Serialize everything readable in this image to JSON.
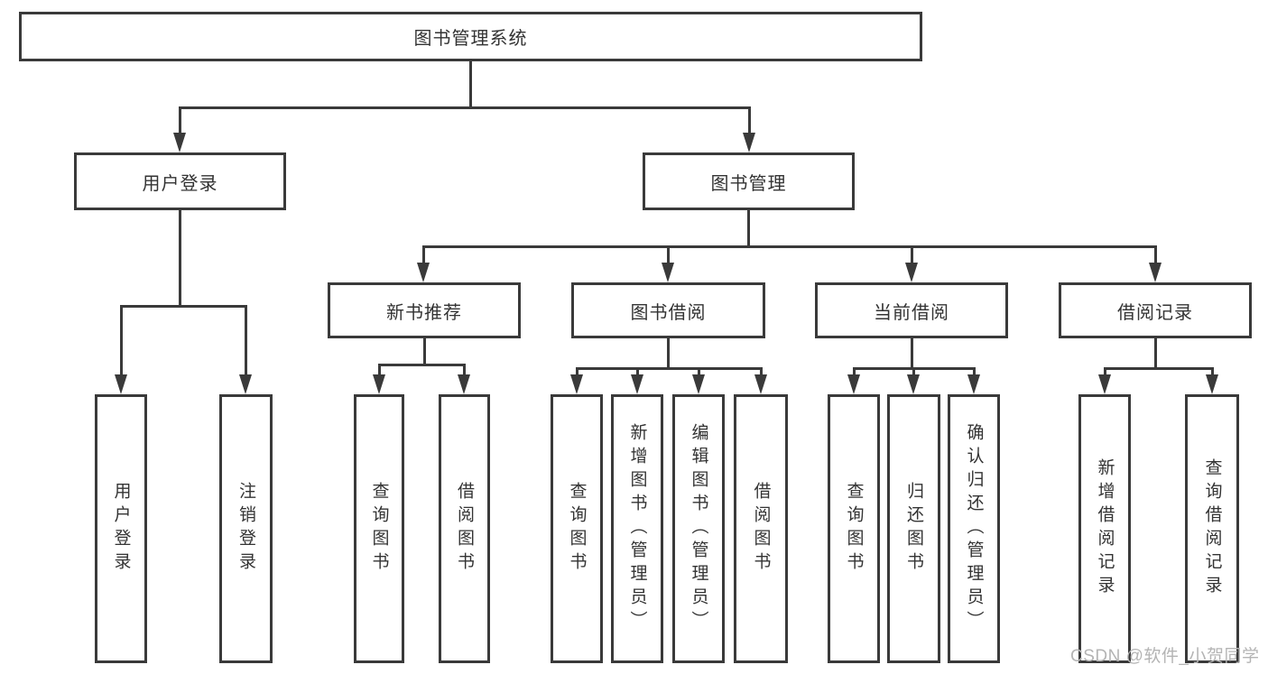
{
  "tree": {
    "label": "图书管理系统",
    "children": [
      {
        "label": "用户登录",
        "children": [
          {
            "label": "用户登录"
          },
          {
            "label": "注销登录"
          }
        ]
      },
      {
        "label": "图书管理",
        "children": [
          {
            "label": "新书推荐",
            "children": [
              {
                "label": "查询图书"
              },
              {
                "label": "借阅图书"
              }
            ]
          },
          {
            "label": "图书借阅",
            "children": [
              {
                "label": "查询图书"
              },
              {
                "label": "新增图书（管理员）"
              },
              {
                "label": "编辑图书（管理员）"
              },
              {
                "label": "借阅图书"
              }
            ]
          },
          {
            "label": "当前借阅",
            "children": [
              {
                "label": "查询图书"
              },
              {
                "label": "归还图书"
              },
              {
                "label": "确认归还（管理员）"
              }
            ]
          },
          {
            "label": "借阅记录",
            "children": [
              {
                "label": "新增借阅记录"
              },
              {
                "label": "查询借阅记录"
              }
            ]
          }
        ]
      }
    ]
  },
  "colors": {
    "line": "#3a3a3a",
    "text": "#333333",
    "background": "#ffffff",
    "watermark": "#b4b4b4"
  },
  "watermark": "CSDN @软件_小贺同学"
}
